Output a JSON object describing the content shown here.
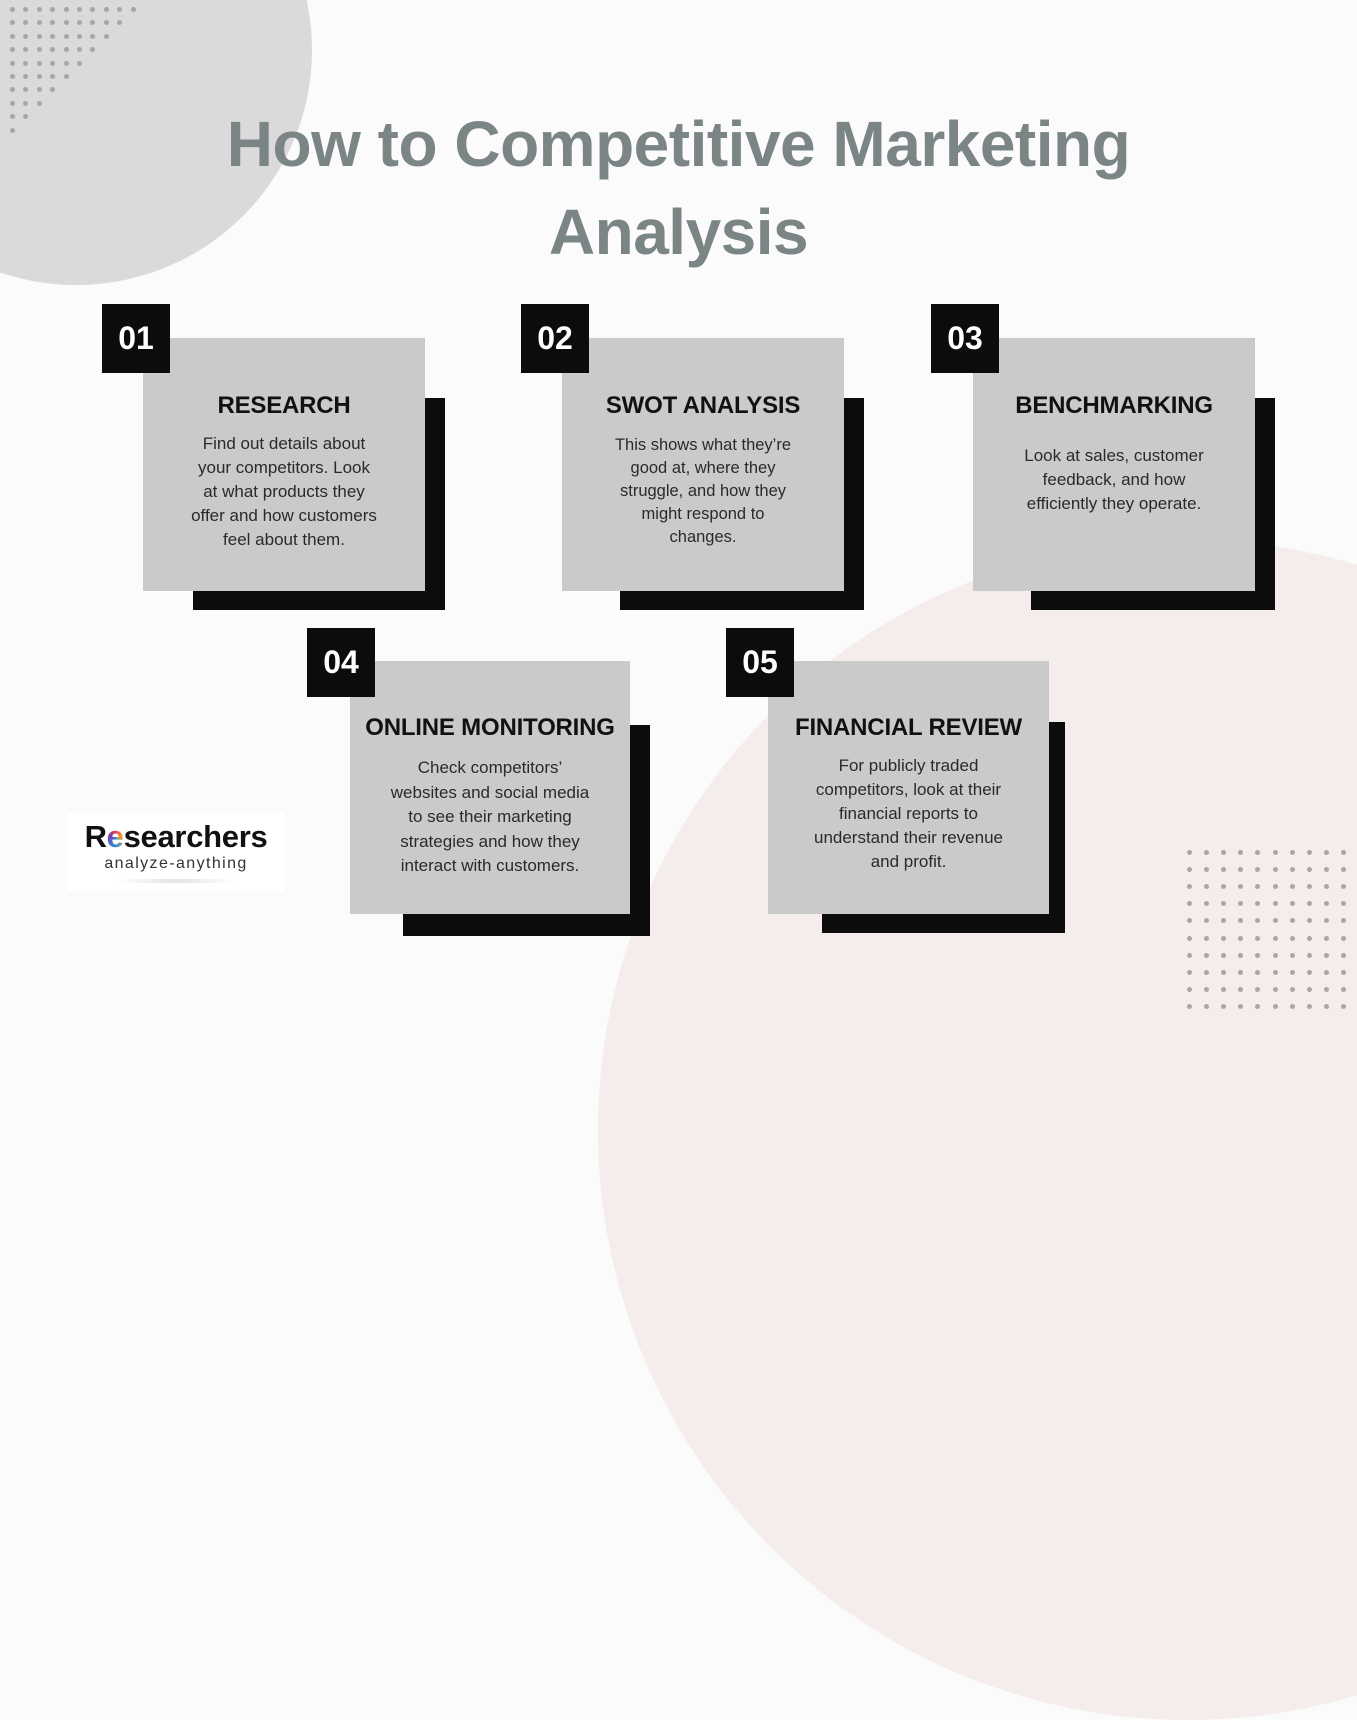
{
  "title": {
    "line1": "How to Competitive Marketing",
    "line2": "Analysis"
  },
  "colors": {
    "title": "#7b8586",
    "panel": "#cacaca",
    "badge": "#0c0c0c",
    "shadow": "#0c0c0c",
    "bg_circle_gray": "#dadada",
    "bg_circle_pink": "#f5ecec",
    "dots": "#a7a7a7"
  },
  "steps": [
    {
      "number": "01",
      "heading": "RESEARCH",
      "description": "Find out details about\nyour competitors. Look\nat what products they\noffer and how customers\nfeel about them."
    },
    {
      "number": "02",
      "heading": "SWOT ANALYSIS",
      "description": "This shows what they’re\ngood at, where they\nstruggle, and how they\nmight respond to\nchanges."
    },
    {
      "number": "03",
      "heading": "BENCHMARKING",
      "description": "Look at sales, customer\nfeedback, and how\nefficiently they operate."
    },
    {
      "number": "04",
      "heading": "ONLINE MONITORING",
      "description": "Check competitors’\nwebsites and social media\nto see their marketing\nstrategies and how they\ninteract with customers."
    },
    {
      "number": "05",
      "heading": "FINANCIAL REVIEW",
      "description": "For publicly traded\ncompetitors, look at their\nfinancial reports to\nunderstand their revenue\nand profit."
    }
  ],
  "logo": {
    "brand_prefix": "R",
    "brand_e": "e",
    "brand_suffix": "searchers",
    "tagline": "analyze-anything"
  }
}
